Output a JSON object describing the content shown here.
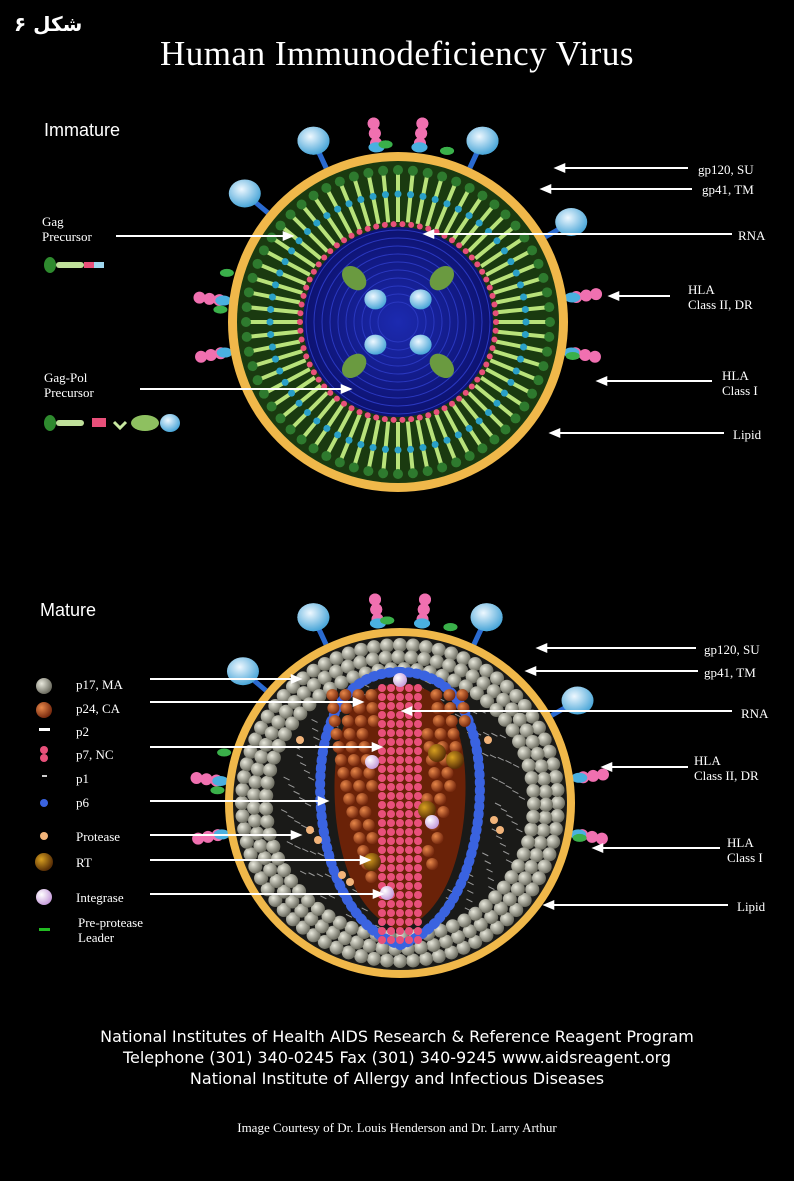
{
  "figure_label": "شکل ۶",
  "title": "Human Immunodeficiency Virus",
  "immature": {
    "heading": "Immature",
    "left_labels": [
      "Gag\nPrecursor",
      "Gag-Pol\nPrecursor"
    ],
    "right_labels": [
      "gp120, SU",
      "gp41, TM",
      "RNA",
      "HLA\nClass II, DR",
      "HLA\nClass I",
      "Lipid"
    ]
  },
  "mature": {
    "heading": "Mature",
    "right_labels": [
      "gp120, SU",
      "gp41, TM",
      "RNA",
      "HLA\nClass II, DR",
      "HLA\nClass I",
      "Lipid"
    ],
    "legend": [
      {
        "label": "p17, MA",
        "color": "#b8b8a8",
        "shape": "ball"
      },
      {
        "label": "p24, CA",
        "color": "#c8552a",
        "shape": "ball"
      },
      {
        "label": "p2",
        "color": "#ffffff",
        "shape": "dash"
      },
      {
        "label": "p7, NC",
        "color": "#e8507a",
        "shape": "pair"
      },
      {
        "label": "p1",
        "color": "#cccccc",
        "shape": "tick"
      },
      {
        "label": "p6",
        "color": "#3a63e0",
        "shape": "dot"
      },
      {
        "label": "Protease",
        "color": "#f2b47a",
        "shape": "dot"
      },
      {
        "label": "RT",
        "color": "#a0640a",
        "shape": "ball"
      },
      {
        "label": "Integrase",
        "color": "#e2c4ee",
        "shape": "ball"
      },
      {
        "label": "Pre-protease\nLeader",
        "color": "#22bb22",
        "shape": "dash"
      }
    ]
  },
  "footer": [
    "National Institutes of Health AIDS Research & Reference Reagent Program",
    "Telephone (301) 340-0245 Fax (301) 340-9245 www.aidsreagent.org",
    "National Institute of Allergy and Infectious Diseases"
  ],
  "courtesy": "Image Courtesy of Dr. Louis Henderson and Dr. Larry Arthur",
  "colors": {
    "background": "#000000",
    "lipid": "#f0b84a",
    "matrix_green": "#2e7a2e",
    "core_blue": "#1a1f9a",
    "rna_pink": "#e8507a",
    "gp120": "#9fd8f0",
    "p6_blue": "#3a63e0"
  }
}
